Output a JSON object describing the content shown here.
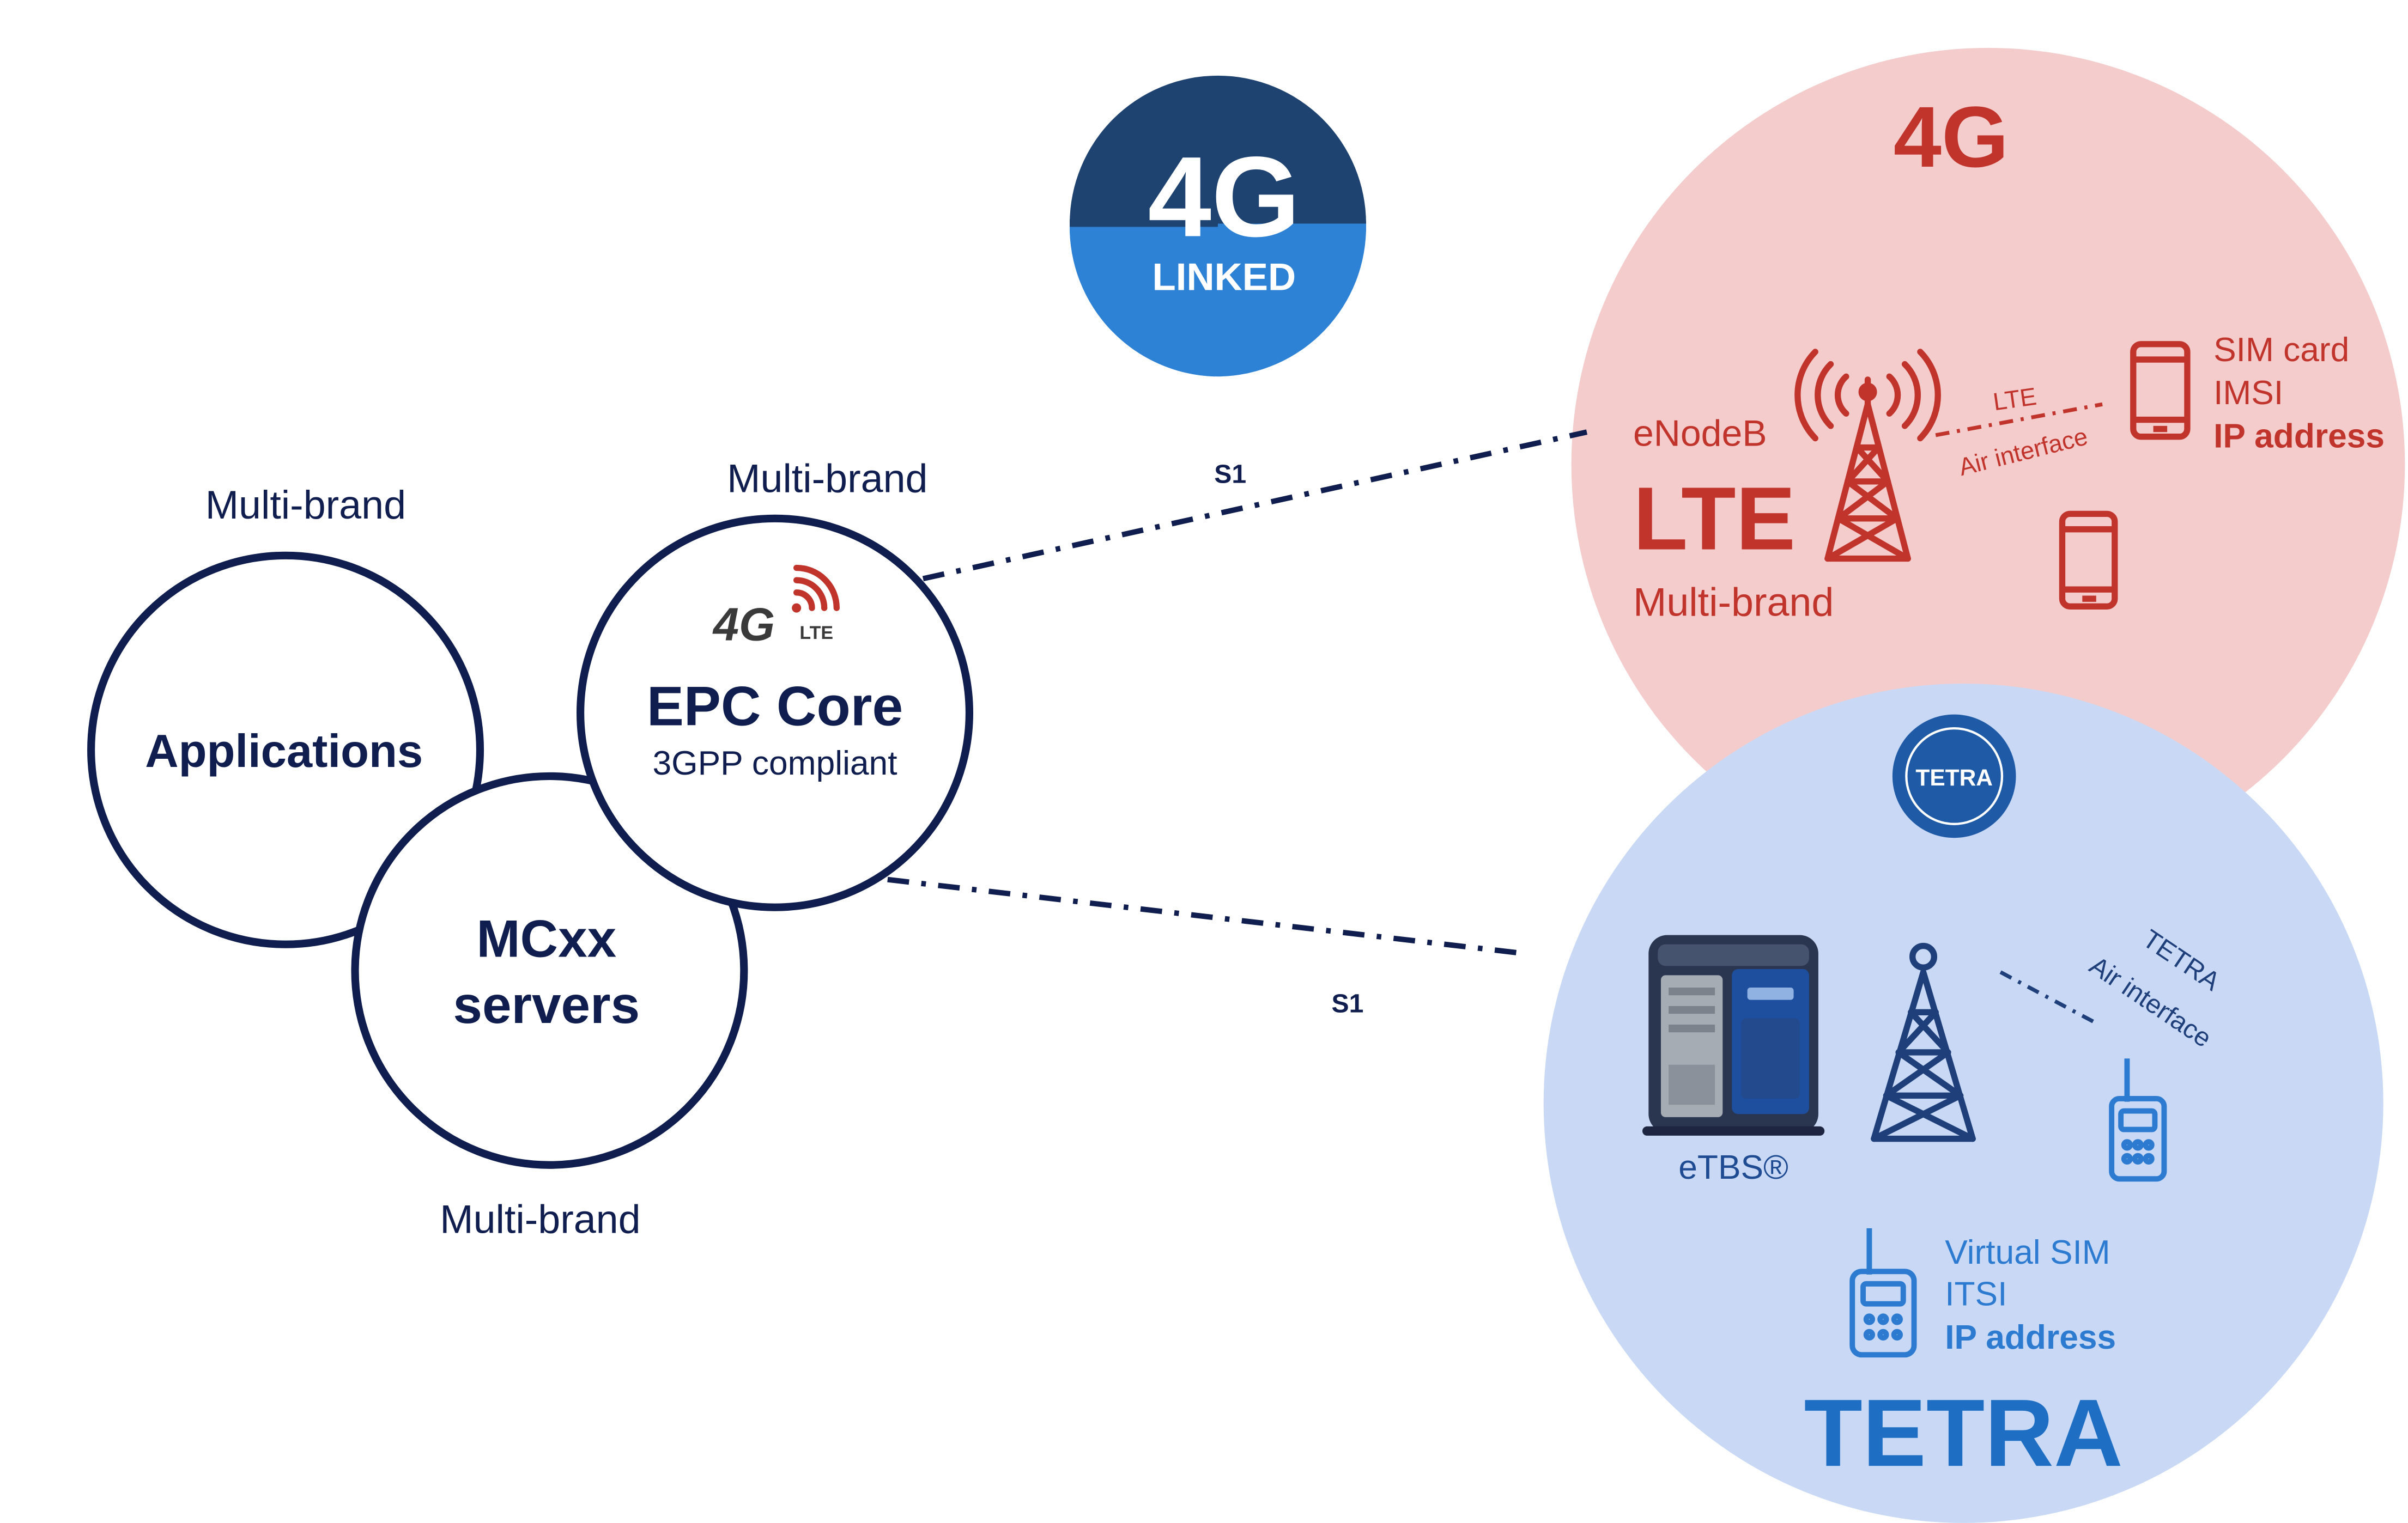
{
  "logo": {
    "big": "4G",
    "small": "LINKED",
    "colors": {
      "top": "#1f4370",
      "bottom": "#2d82d5"
    }
  },
  "left": {
    "applications": {
      "label": "Applications",
      "note": "Multi-brand"
    },
    "mcxx": {
      "line1": "MCxx",
      "line2": "servers",
      "note": "Multi-brand"
    },
    "epc": {
      "badge_main": "4G",
      "badge_sub": "LTE",
      "title": "EPC Core",
      "subtitle": "3GPP compliant",
      "note": "Multi-brand"
    }
  },
  "links": {
    "s1_top": "S1",
    "s1_bottom": "S1"
  },
  "lte": {
    "heading": "4G",
    "enodeb": "eNodeB",
    "big": "LTE",
    "brand": "Multi-brand",
    "air_line1": "LTE",
    "air_line2": "Air interface",
    "sim": [
      "SIM card",
      "IMSI",
      "IP address"
    ],
    "tower_icon": "radio-tower-icon",
    "phone_icon": "smartphone-icon",
    "color": "#c0342c",
    "bg": "#f4cccc"
  },
  "tetra": {
    "badge": "TETRA",
    "device_label": "eTBS®",
    "air_line1": "TETRA",
    "air_line2": "Air interface",
    "virtual": [
      "Virtual SIM",
      "ITSI",
      "IP address"
    ],
    "big": "TETRA",
    "tower_icon": "lattice-tower-icon",
    "radio_icon": "handheld-radio-icon",
    "color": "#2c7bd1",
    "bg": "#c9d9f5"
  }
}
